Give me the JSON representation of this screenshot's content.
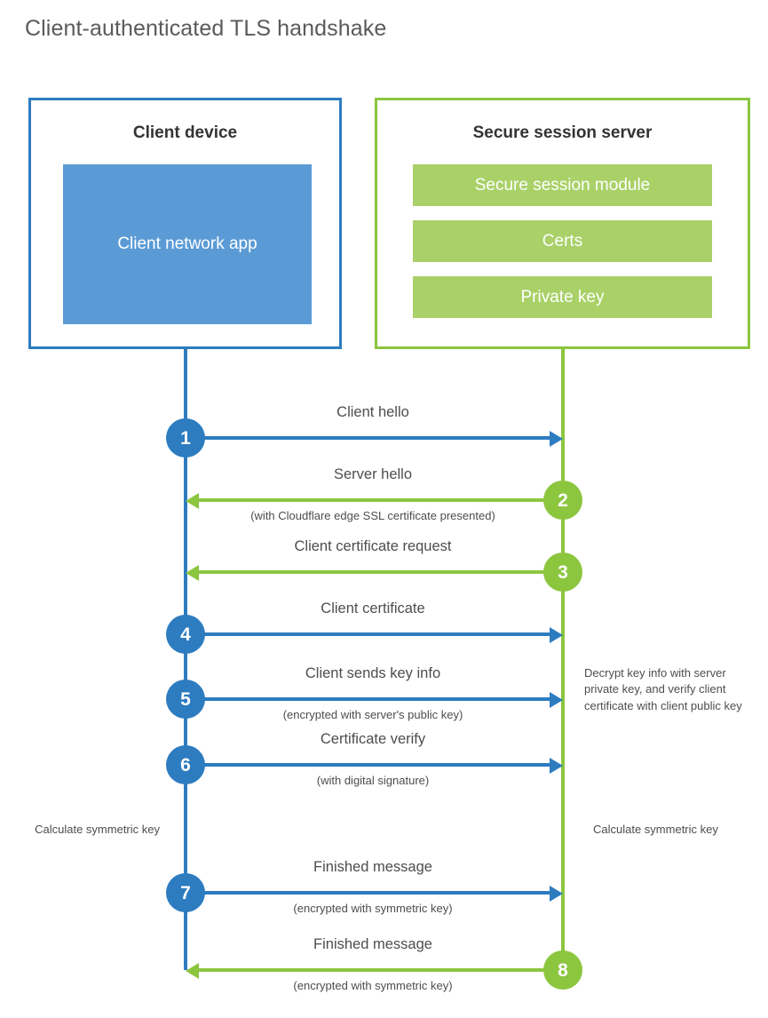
{
  "title": "Client-authenticated TLS handshake",
  "colors": {
    "client_blue": "#2d7cc0",
    "client_app_blue": "#5b9bd5",
    "server_green": "#8cc63f",
    "server_bar_green": "#a9d168",
    "text_gray": "#4d4d4d",
    "heading_gray": "#5a5a5a"
  },
  "actors": {
    "client": {
      "title": "Client device",
      "app_label": "Client network app"
    },
    "server": {
      "title": "Secure session server",
      "bars": [
        {
          "label": "Secure session module"
        },
        {
          "label": "Certs"
        },
        {
          "label": "Private key"
        }
      ]
    }
  },
  "messages": [
    {
      "number": "1",
      "direction": "client-to-server",
      "label": "Client hello",
      "sublabel": ""
    },
    {
      "number": "2",
      "direction": "server-to-client",
      "label": "Server hello",
      "sublabel": "(with Cloudflare edge SSL certificate presented)"
    },
    {
      "number": "3",
      "direction": "server-to-client",
      "label": "Client certificate request",
      "sublabel": ""
    },
    {
      "number": "4",
      "direction": "client-to-server",
      "label": "Client certificate",
      "sublabel": ""
    },
    {
      "number": "5",
      "direction": "client-to-server",
      "label": "Client sends key info",
      "sublabel": "(encrypted with server's public key)"
    },
    {
      "number": "6",
      "direction": "client-to-server",
      "label": "Certificate verify",
      "sublabel": "(with digital signature)"
    },
    {
      "number": "7",
      "direction": "client-to-server",
      "label": "Finished message",
      "sublabel": "(encrypted with symmetric key)"
    },
    {
      "number": "8",
      "direction": "server-to-client",
      "label": "Finished message",
      "sublabel": "(encrypted with symmetric key)"
    }
  ],
  "annotations": {
    "decrypt_note": "Decrypt key info with server private key, and verify client certificate with client public key",
    "calculate_client": "Calculate symmetric key",
    "calculate_server": "Calculate symmetric key"
  }
}
